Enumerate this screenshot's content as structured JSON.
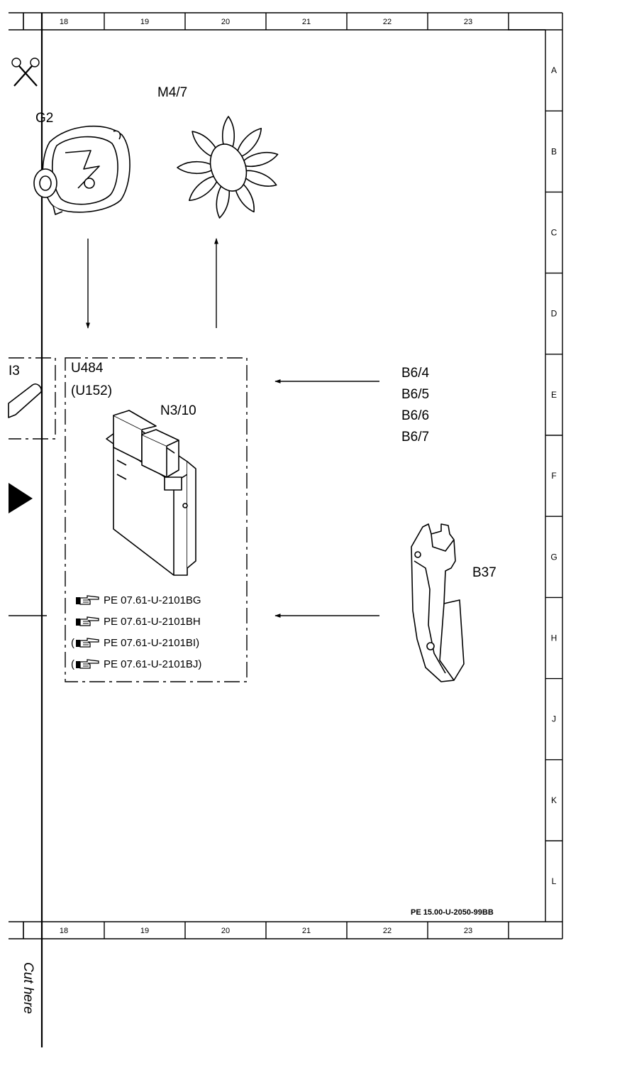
{
  "grid": {
    "columns": [
      "18",
      "19",
      "20",
      "21",
      "22",
      "23"
    ],
    "rows": [
      "A",
      "B",
      "C",
      "D",
      "E",
      "F",
      "G",
      "H",
      "J",
      "K",
      "L"
    ]
  },
  "components": {
    "alternator": "G2",
    "fan_motor": "M4/7",
    "partial_left": "I3",
    "module_group": "U484",
    "module_group_alt": "(U152)",
    "control_unit": "N3/10",
    "sensors": [
      "B6/4",
      "B6/5",
      "B6/6",
      "B6/7"
    ],
    "pedal_sensor": "B37"
  },
  "references": [
    {
      "prefix": "",
      "text": "PE 07.61-U-2101BG"
    },
    {
      "prefix": "",
      "text": "PE 07.61-U-2101BH"
    },
    {
      "prefix": "(",
      "text": "PE 07.61-U-2101BI)"
    },
    {
      "prefix": "(",
      "text": "PE 07.61-U-2101BJ)"
    }
  ],
  "document_number": "PE 15.00-U-2050-99BB",
  "cut_label": "Cut here",
  "icons": {
    "scissors": "scissors-icon",
    "reference": "pointing-hand-icon",
    "continuation": "arrow-right-triangle-icon"
  }
}
